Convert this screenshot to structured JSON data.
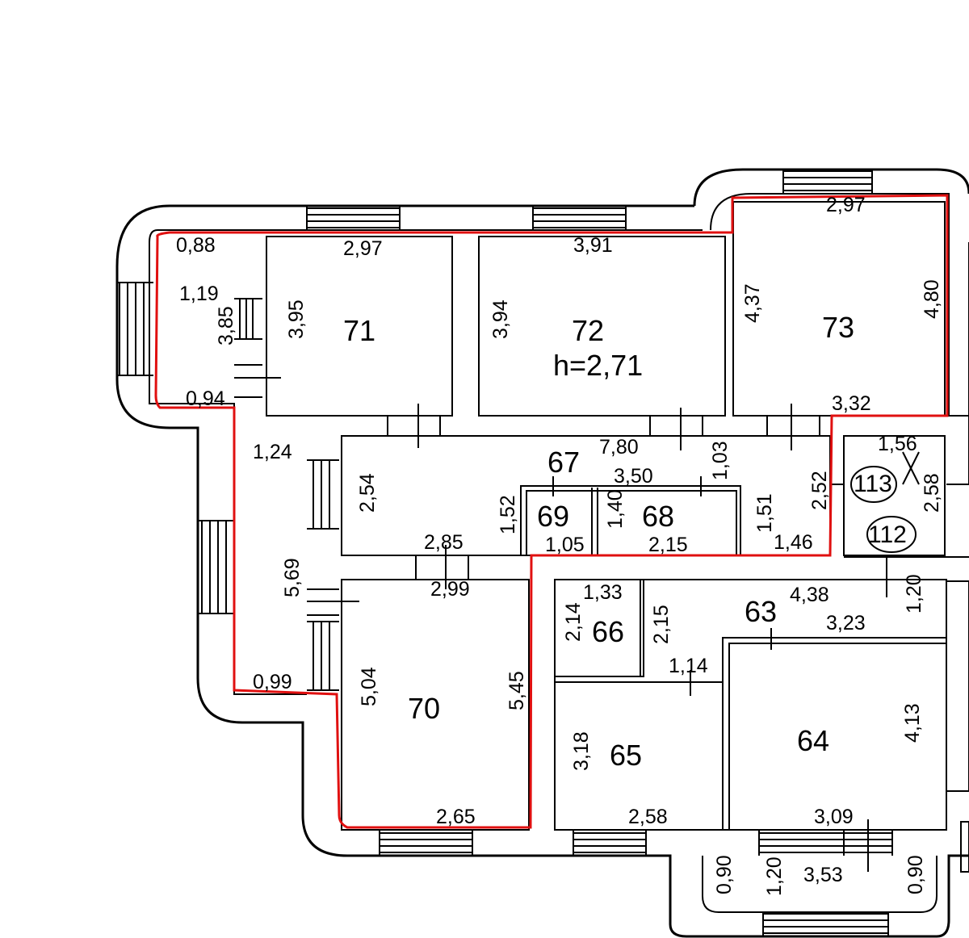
{
  "accent_color": "#e01010",
  "rooms": [
    {
      "id": "room-71",
      "number": "71"
    },
    {
      "id": "room-72",
      "number": "72",
      "height_label": "h=2,71"
    },
    {
      "id": "room-73",
      "number": "73"
    },
    {
      "id": "room-67",
      "number": "67"
    },
    {
      "id": "room-69",
      "number": "69"
    },
    {
      "id": "room-68",
      "number": "68"
    },
    {
      "id": "room-70",
      "number": "70"
    },
    {
      "id": "room-66",
      "number": "66"
    },
    {
      "id": "room-63",
      "number": "63"
    },
    {
      "id": "room-65",
      "number": "65"
    },
    {
      "id": "room-64",
      "number": "64"
    },
    {
      "id": "room-113",
      "number": "113"
    },
    {
      "id": "room-112",
      "number": "112"
    }
  ],
  "dimensions": [
    "0,88",
    "2,97",
    "3,91",
    "2,97",
    "1,19",
    "3,85",
    "3,95",
    "3,94",
    "4,37",
    "4,80",
    "0,94",
    "3,32",
    "1,24",
    "7,80",
    "1,03",
    "1,56",
    "2,54",
    "3,50",
    "2,52",
    "2,58",
    "1,52",
    "1,40",
    "1,51",
    "2,85",
    "1,05",
    "2,15",
    "1,46",
    "5,69",
    "2,99",
    "1,33",
    "4,38",
    "1,20",
    "2,14",
    "2,15",
    "3,23",
    "1,14",
    "0,99",
    "5,04",
    "5,45",
    "4,13",
    "3,18",
    "2,65",
    "2,58",
    "3,09",
    "0,90",
    "1,20",
    "3,53",
    "0,90"
  ]
}
